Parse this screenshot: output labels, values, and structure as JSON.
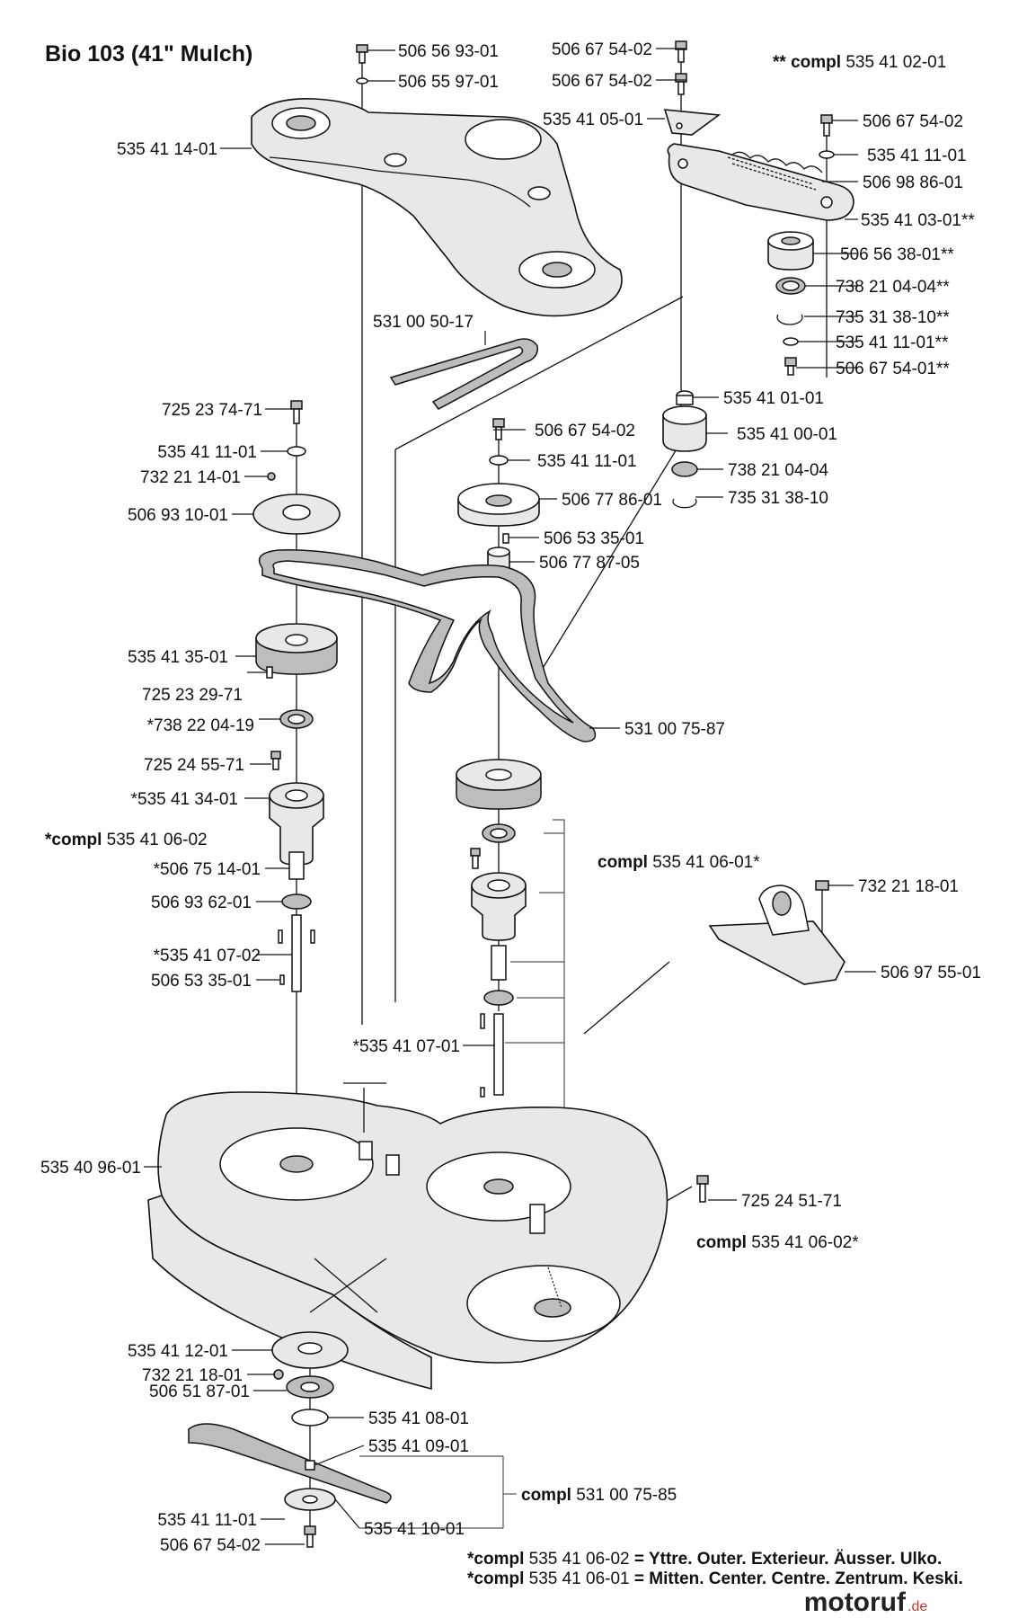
{
  "title": "Bio 103 (41\" Mulch)",
  "labels": [
    {
      "id": "p1",
      "text": "506 56 93-01"
    },
    {
      "id": "p2",
      "text": "506 55 97-01"
    },
    {
      "id": "p3",
      "text": "506 67 54-02"
    },
    {
      "id": "p4",
      "text": "506 67 54-02"
    },
    {
      "id": "p5",
      "text": "535 41 05-01"
    },
    {
      "id": "p6",
      "text": "535 41 14-01"
    },
    {
      "id": "p7",
      "text": "506 67 54-02"
    },
    {
      "id": "p8",
      "text": "535 41 11-01"
    },
    {
      "id": "p9",
      "text": "506 98 86-01"
    },
    {
      "id": "p10",
      "text": "535 41 03-01**"
    },
    {
      "id": "p11",
      "text": "506 56 38-01**"
    },
    {
      "id": "p12",
      "text": "738 21 04-04**"
    },
    {
      "id": "p13",
      "text": "735 31 38-10**"
    },
    {
      "id": "p14",
      "text": "535 41 11-01**"
    },
    {
      "id": "p15",
      "text": "506 67 54-01**"
    },
    {
      "id": "p16",
      "text": "531 00 50-17"
    },
    {
      "id": "p17",
      "text": "535 41 01-01"
    },
    {
      "id": "p18",
      "text": "535 41 00-01"
    },
    {
      "id": "p19",
      "text": "738 21 04-04"
    },
    {
      "id": "p20",
      "text": "735 31 38-10"
    },
    {
      "id": "p21",
      "text": "725 23 74-71"
    },
    {
      "id": "p22",
      "text": "535 41 11-01"
    },
    {
      "id": "p23",
      "text": "732 21 14-01"
    },
    {
      "id": "p24",
      "text": "506 93 10-01"
    },
    {
      "id": "p25",
      "text": "506 67 54-02"
    },
    {
      "id": "p26",
      "text": "535 41 11-01"
    },
    {
      "id": "p27",
      "text": "506 77 86-01"
    },
    {
      "id": "p28",
      "text": "506 53 35-01"
    },
    {
      "id": "p29",
      "text": "506 77 87-05"
    },
    {
      "id": "p30",
      "text": "535 41 35-01"
    },
    {
      "id": "p31",
      "text": "725 23 29-71"
    },
    {
      "id": "p32",
      "text": "*738 22 04-19"
    },
    {
      "id": "p33",
      "text": "531 00 75-87"
    },
    {
      "id": "p34",
      "text": "725 24 55-71"
    },
    {
      "id": "p35",
      "text": "*535 41 34-01"
    },
    {
      "id": "p36",
      "text": "*506 75 14-01"
    },
    {
      "id": "p37",
      "text": "506 93 62-01"
    },
    {
      "id": "p38",
      "text": "*535 41 07-02"
    },
    {
      "id": "p39",
      "text": "506 53 35-01"
    },
    {
      "id": "p40",
      "text": "732 21 18-01"
    },
    {
      "id": "p41",
      "text": "506 97 55-01"
    },
    {
      "id": "p42",
      "text": "*535 41 07-01"
    },
    {
      "id": "p43",
      "text": "535 40 96-01"
    },
    {
      "id": "p44",
      "text": "725 24 51-71"
    },
    {
      "id": "p45",
      "text": "535 41 12-01"
    },
    {
      "id": "p46",
      "text": "732 21 18-01"
    },
    {
      "id": "p47",
      "text": "506 51 87-01"
    },
    {
      "id": "p48",
      "text": "535 41 08-01"
    },
    {
      "id": "p49",
      "text": "535 41 09-01"
    },
    {
      "id": "p50",
      "text": "535 41 11-01"
    },
    {
      "id": "p51",
      "text": "535 41 10-01"
    },
    {
      "id": "p52",
      "text": "506 67 54-02"
    }
  ],
  "compl_labels": [
    {
      "id": "c1",
      "prefix": "** compl",
      "number": "535 41 02-01"
    },
    {
      "id": "c2",
      "prefix": "*compl",
      "number": "535 41 06-02"
    },
    {
      "id": "c3",
      "prefix": "compl",
      "number": "535 41 06-01*"
    },
    {
      "id": "c4",
      "prefix": "compl",
      "number": "535 41 06-02*"
    },
    {
      "id": "c5",
      "prefix": "compl",
      "number": "531 00 75-85"
    }
  ],
  "footnotes": [
    {
      "prefix": "*compl",
      "number": "535 41 06-02",
      "description": "= Yttre. Outer. Exterieur. Äusser. Ulko."
    },
    {
      "prefix": "*compl",
      "number": "535 41 06-01",
      "description": "= Mitten. Center. Centre. Zentrum. Keski."
    }
  ],
  "watermark": {
    "brand": "motoruf",
    "tld": ".de"
  }
}
